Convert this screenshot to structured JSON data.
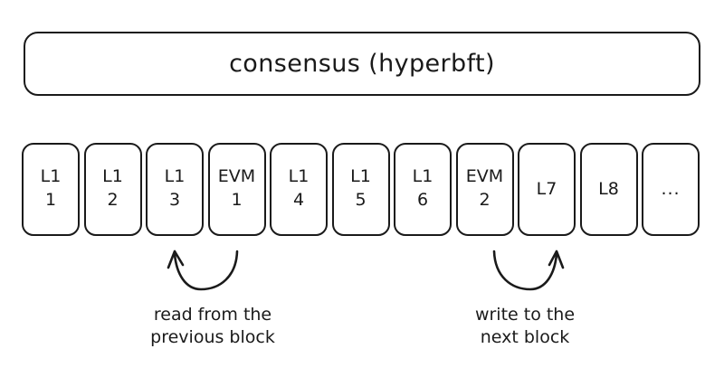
{
  "diagram": {
    "title": "consensus (hyperbft)",
    "background_color": "#ffffff",
    "stroke_color": "#1a1a1a"
  },
  "consensus": {
    "label": "consensus (hyperbft)"
  },
  "blocks": [
    {
      "label": "L1",
      "index": "1"
    },
    {
      "label": "L1",
      "index": "2"
    },
    {
      "label": "L1",
      "index": "3"
    },
    {
      "label": "EVM",
      "index": "1"
    },
    {
      "label": "L1",
      "index": "4"
    },
    {
      "label": "L1",
      "index": "5"
    },
    {
      "label": "L1",
      "index": "6"
    },
    {
      "label": "EVM",
      "index": "2"
    },
    {
      "label": "L7",
      "index": ""
    },
    {
      "label": "L8",
      "index": ""
    },
    {
      "label": "...",
      "index": ""
    }
  ],
  "annotations": {
    "read": {
      "line1": "read from the",
      "line2": "previous block"
    },
    "write": {
      "line1": "write to the",
      "line2": "next block"
    }
  }
}
